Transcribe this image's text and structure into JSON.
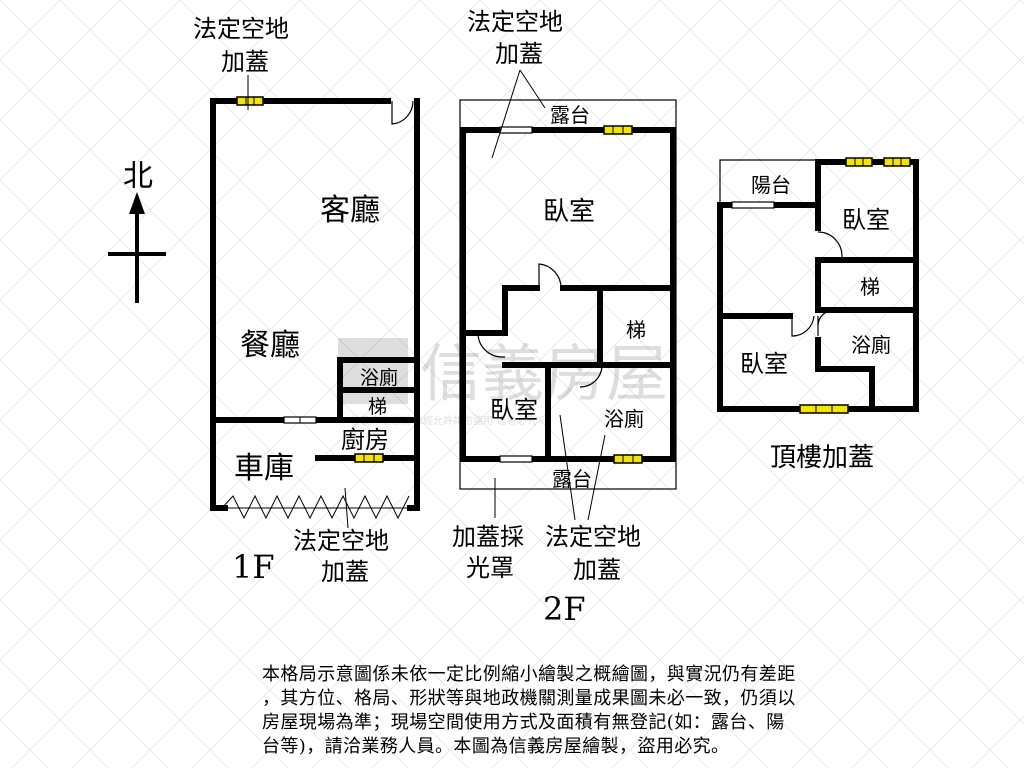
{
  "compass": {
    "north_label": "北"
  },
  "floors": {
    "first": {
      "floor_label": "1F",
      "top_annotation": [
        "法定空地",
        "加蓋"
      ],
      "bottom_annotation": [
        "法定空地",
        "加蓋"
      ],
      "rooms": {
        "living": "客廳",
        "dining": "餐廳",
        "bath": "浴廁",
        "stairs": "梯",
        "kitchen": "廚房",
        "garage": "車庫"
      }
    },
    "second": {
      "floor_label": "2F",
      "top_annotation": [
        "法定空地",
        "加蓋"
      ],
      "skylight_annotation": [
        "加蓋採",
        "光罩"
      ],
      "bottom_annotation": [
        "法定空地",
        "加蓋"
      ],
      "rooms": {
        "terrace_top": "露台",
        "bedroom_main": "臥室",
        "stairs": "梯",
        "bedroom_small": "臥室",
        "bath": "浴廁",
        "terrace_bottom": "露台"
      }
    },
    "roof": {
      "floor_label": "頂樓加蓋",
      "rooms": {
        "balcony": "陽台",
        "bedroom_top": "臥室",
        "stairs": "梯",
        "bedroom_left": "臥室",
        "bath": "浴廁"
      }
    }
  },
  "watermark": {
    "brand": "信義房屋",
    "notice": "信義房屋繪製 未經允許請勿盜用 違者必究"
  },
  "disclaimer": [
    "本格局示意圖係未依一定比例縮小繪製之概繪圖，與實況仍有差距",
    "，其方位、格局、形狀等與地政機關測量成果圖未必一致，仍須以",
    "房屋現場為準；現場空間使用方式及面積有無登記(如：露台、陽",
    "台等)，請洽業務人員。本圖為信義房屋繪製，盜用必究。"
  ],
  "colors": {
    "window": "#f5e400",
    "wall": "#000000"
  }
}
